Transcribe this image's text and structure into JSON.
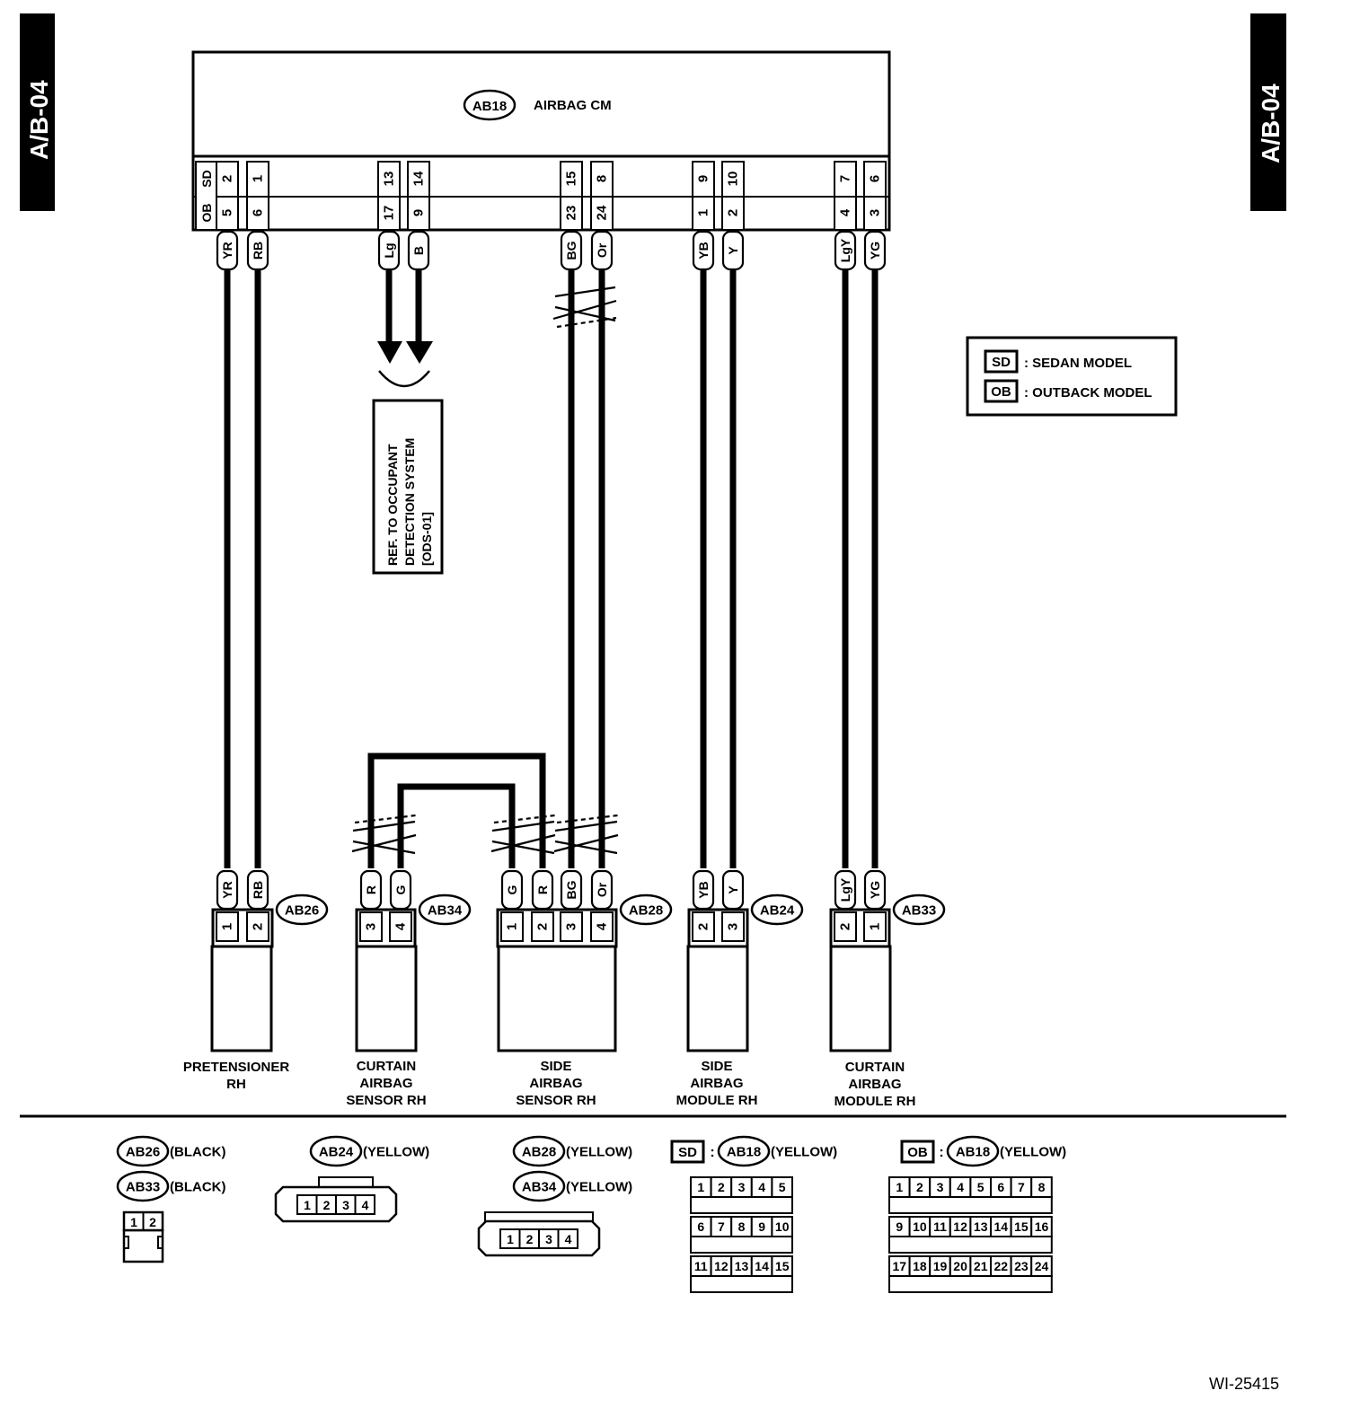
{
  "page_id": "A/B-04",
  "figure_id": "WI-25415",
  "control_module": {
    "connector": "AB18",
    "name": "AIRBAG CM"
  },
  "legend": [
    {
      "tag": "SD",
      "text": ": SEDAN MODEL"
    },
    {
      "tag": "OB",
      "text": ": OUTBACK MODEL"
    }
  ],
  "ref_box": [
    "REF. TO OCCUPANT",
    "DETECTION SYSTEM",
    "[ODS-01]"
  ],
  "cm_pins": [
    {
      "sd": "2",
      "ob": "5",
      "color": "YR"
    },
    {
      "sd": "1",
      "ob": "6",
      "color": "RB"
    },
    {
      "sd": "13",
      "ob": "17",
      "color": "Lg"
    },
    {
      "sd": "14",
      "ob": "9",
      "color": "B"
    },
    {
      "sd": "15",
      "ob": "23",
      "color": "BG"
    },
    {
      "sd": "8",
      "ob": "24",
      "color": "Or"
    },
    {
      "sd": "9",
      "ob": "1",
      "color": "YB"
    },
    {
      "sd": "10",
      "ob": "2",
      "color": "Y"
    },
    {
      "sd": "7",
      "ob": "4",
      "color": "LgY"
    },
    {
      "sd": "6",
      "ob": "3",
      "color": "YG"
    }
  ],
  "devices": [
    {
      "connector": "AB26",
      "name": [
        "PRETENSIONER",
        "RH"
      ],
      "pins": [
        {
          "no": "1",
          "color": "YR"
        },
        {
          "no": "2",
          "color": "RB"
        }
      ]
    },
    {
      "connector": "AB34",
      "name": [
        "CURTAIN",
        "AIRBAG",
        "SENSOR RH"
      ],
      "pins": [
        {
          "no": "3",
          "color": "R"
        },
        {
          "no": "4",
          "color": "G"
        }
      ]
    },
    {
      "connector": "AB28",
      "name": [
        "SIDE",
        "AIRBAG",
        "SENSOR RH"
      ],
      "pins": [
        {
          "no": "1",
          "color": "G"
        },
        {
          "no": "2",
          "color": "R"
        },
        {
          "no": "3",
          "color": "BG"
        },
        {
          "no": "4",
          "color": "Or"
        }
      ]
    },
    {
      "connector": "AB24",
      "name": [
        "SIDE",
        "AIRBAG",
        "MODULE RH"
      ],
      "pins": [
        {
          "no": "2",
          "color": "YB"
        },
        {
          "no": "3",
          "color": "Y"
        }
      ]
    },
    {
      "connector": "AB33",
      "name": [
        "CURTAIN",
        "AIRBAG",
        "MODULE RH"
      ],
      "pins": [
        {
          "no": "2",
          "color": "LgY"
        },
        {
          "no": "1",
          "color": "YG"
        }
      ]
    }
  ],
  "connector_views": {
    "ab26": {
      "code": "AB26",
      "color": "(BLACK)"
    },
    "ab33": {
      "code": "AB33",
      "color": "(BLACK)"
    },
    "pins_2": [
      "1",
      "2"
    ],
    "ab24": {
      "code": "AB24",
      "color": "(YELLOW)"
    },
    "ab28": {
      "code": "AB28",
      "color": "(YELLOW)"
    },
    "ab34": {
      "code": "AB34",
      "color": "(YELLOW)"
    },
    "pins_4": [
      "1",
      "2",
      "3",
      "4"
    ],
    "sd_ab18": {
      "tag": "SD",
      "sep": ":",
      "code": "AB18",
      "color": "(YELLOW)",
      "rows": [
        [
          "1",
          "2",
          "3",
          "4",
          "5"
        ],
        [
          "6",
          "7",
          "8",
          "9",
          "10"
        ],
        [
          "11",
          "12",
          "13",
          "14",
          "15"
        ]
      ]
    },
    "ob_ab18": {
      "tag": "OB",
      "sep": ":",
      "code": "AB18",
      "color": "(YELLOW)",
      "rows": [
        [
          "1",
          "2",
          "3",
          "4",
          "5",
          "6",
          "7",
          "8"
        ],
        [
          "9",
          "10",
          "11",
          "12",
          "13",
          "14",
          "15",
          "16"
        ],
        [
          "17",
          "18",
          "19",
          "20",
          "21",
          "22",
          "23",
          "24"
        ]
      ]
    }
  }
}
